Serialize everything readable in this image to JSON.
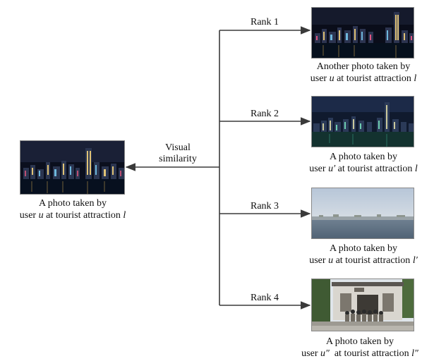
{
  "query": {
    "caption_line1": "A photo taken by",
    "caption_line2_pre": "user ",
    "caption_user": "u",
    "caption_line2_mid": " at tourist attraction ",
    "caption_place": "l"
  },
  "connector": {
    "label_line1": "Visual",
    "label_line2": "similarity"
  },
  "results": [
    {
      "rank_label": "Rank 1",
      "caption_line1": "Another photo taken by",
      "caption_line2_pre": "user ",
      "caption_user": "u",
      "caption_line2_mid": " at tourist attraction ",
      "caption_place": "l",
      "photo": "night-skyline"
    },
    {
      "rank_label": "Rank 2",
      "caption_line1": "A photo taken by",
      "caption_line2_pre": "user ",
      "caption_user": "u′",
      "caption_line2_mid": " at tourist attraction ",
      "caption_place": "l",
      "photo": "night-skyline-wide"
    },
    {
      "rank_label": "Rank 3",
      "caption_line1": "A photo taken by",
      "caption_line2_pre": "user ",
      "caption_user": "u",
      "caption_line2_mid": " at tourist attraction ",
      "caption_place": "l′",
      "photo": "sea-horizon"
    },
    {
      "rank_label": "Rank 4",
      "caption_line1": "A photo taken by",
      "caption_line2_pre": "user ",
      "caption_user": "u″",
      "caption_line2_mid": "  at tourist attraction ",
      "caption_place": "l″",
      "photo": "group-building"
    }
  ],
  "colors": {
    "line": "#3a3a3a",
    "night_sky": "#0b0f1e",
    "day_sky": "#c7d3e0",
    "sea": "#5d6e80"
  }
}
